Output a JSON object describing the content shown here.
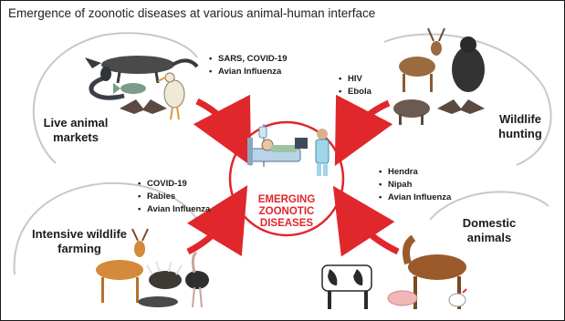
{
  "title": "Emergence of zoonotic diseases at various animal-human interface",
  "colors": {
    "accent": "#e0272b",
    "outline": "#c8c8c8",
    "text": "#1b1b1b"
  },
  "center": {
    "label": "EMERGING ZOONOTIC DISEASES"
  },
  "quadrants": {
    "live_markets": {
      "label": "Live animal markets",
      "diseases": [
        "SARS, COVID-19",
        "Avian Influenza"
      ]
    },
    "wildlife_hunting": {
      "label": "Wildlife hunting",
      "diseases": [
        "HIV",
        "Ebola"
      ]
    },
    "wildlife_farming": {
      "label": "Intensive wildlife farming",
      "diseases": [
        "COVID-19",
        "Rabies",
        "Avian Influenza"
      ]
    },
    "domestic_animals": {
      "label": "Domestic animals",
      "diseases": [
        "Hendra",
        "Nipah",
        "Avian Influenza"
      ]
    }
  },
  "icons": [
    "civet-icon",
    "cobra-icon",
    "fish-icon",
    "bat-icon",
    "bird-icon",
    "deer-icon",
    "gorilla-icon",
    "boar-icon",
    "hospital-bed-icon",
    "doctor-icon",
    "iv-stand-icon",
    "porcupine-icon",
    "ostrich-icon",
    "horse-icon",
    "cow-icon",
    "pig-icon",
    "chicken-icon",
    "arrow-icon"
  ]
}
